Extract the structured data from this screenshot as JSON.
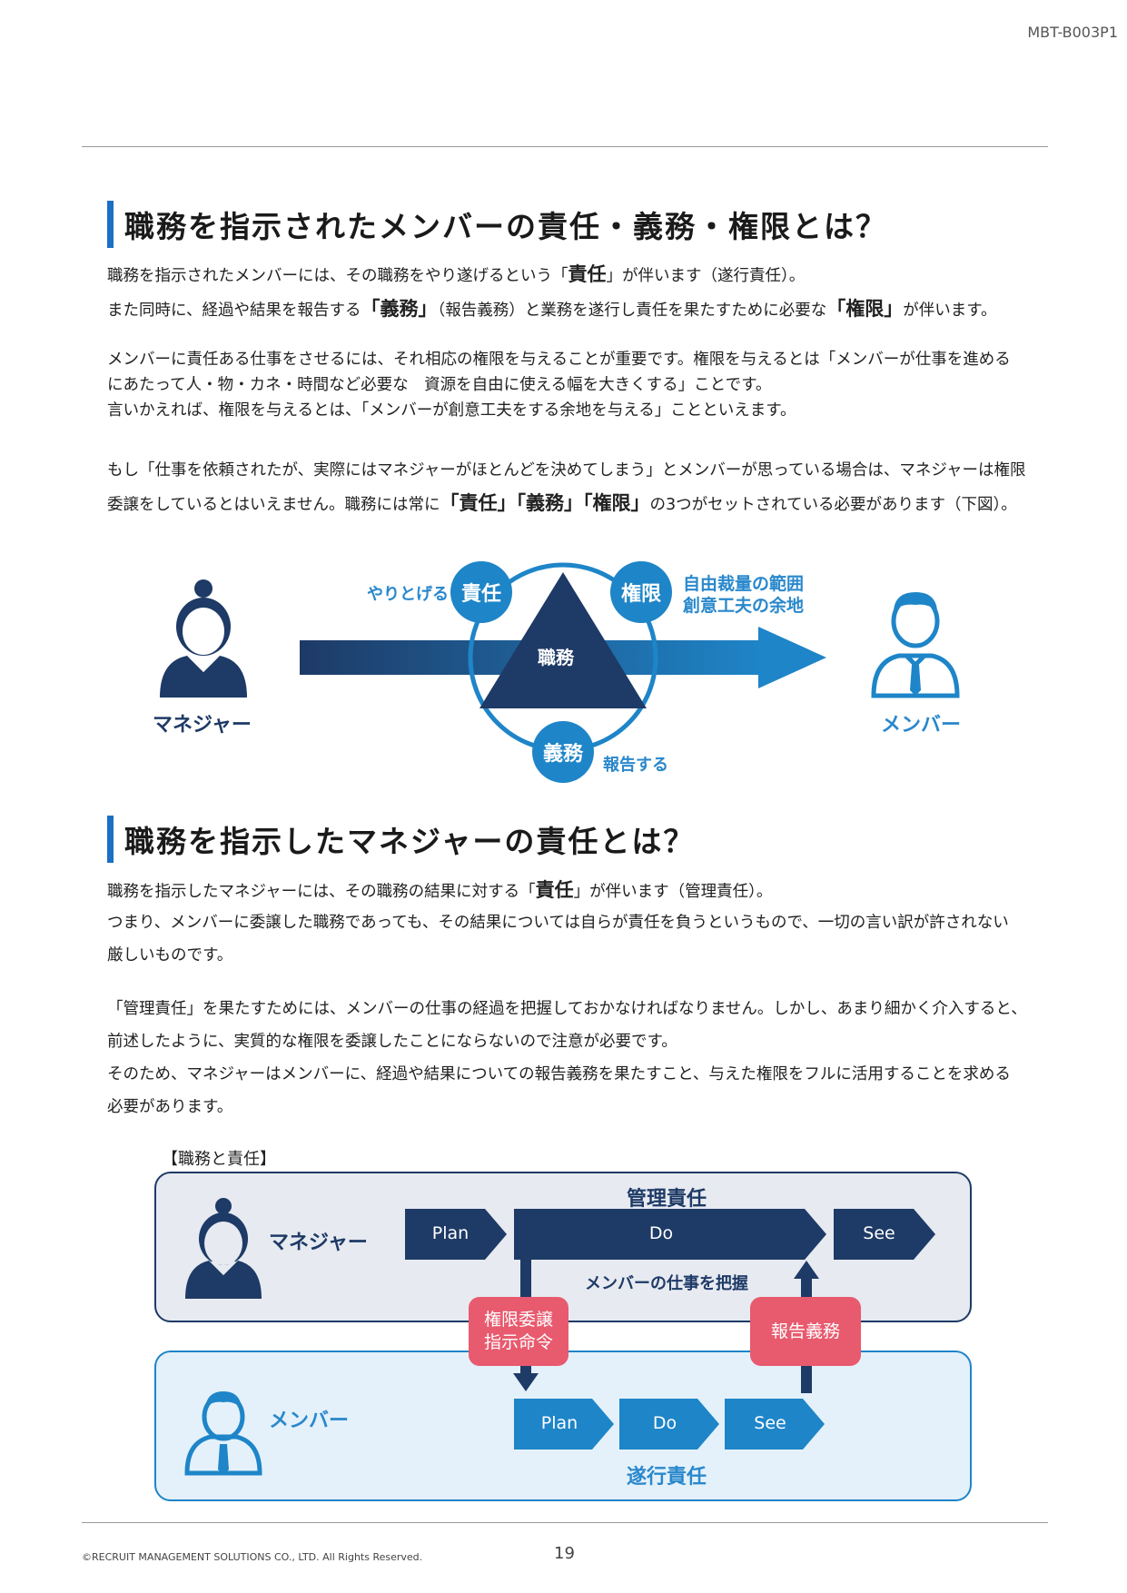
{
  "header": {
    "doc_code": "MBT-B003P1"
  },
  "section1": {
    "title": "職務を指示されたメンバーの責任・義務・権限とは？",
    "p1": {
      "l1": [
        "職務を指示されたメンバーには、その職務をやり遂げるという「",
        "責任",
        "」が伴います（遂行責任）。"
      ],
      "l2": [
        "また同時に、経過や結果を報告する",
        "「義務」",
        "（報告義務）と業務を遂行し責任を果たすために必要な",
        "「権限」",
        "が伴います。"
      ]
    },
    "p2": [
      "メンバーに責任ある仕事をさせるには、それ相応の権限を与えることが重要です。権限を与えるとは「メンバーが仕事を進める",
      "にあたって人・物・カネ・時間など必要な　資源を自由に使える幅を大きくする」ことです。",
      "言いかえれば、権限を与えるとは、「メンバーが創意工夫をする余地を与える」ことといえます。"
    ],
    "p3": {
      "l1": "もし「仕事を依頼されたが、実際にはマネジャーがほとんどを決めてしまう」とメンバーが思っている場合は、マネジャーは権限",
      "l2": [
        "委譲をしているとはいえません。職務には常に",
        "「責任」「義務」「権限」",
        "の3つがセットされている必要があります（下図）。"
      ]
    }
  },
  "diagram1": {
    "manager_label": "マネジャー",
    "member_label": "メンバー",
    "center_label": "職務",
    "responsibility": "責任",
    "authority": "権限",
    "duty": "義務",
    "resp_note": "やりとげる",
    "auth_note_1": "自由裁量の範囲",
    "auth_note_2": "創意工夫の余地",
    "duty_note": "報告する"
  },
  "section2": {
    "title": "職務を指示したマネジャーの責任とは？",
    "p1": {
      "l1": [
        "職務を指示したマネジャーには、その職務の結果に対する「",
        "責任",
        "」が伴います（管理責任）。"
      ],
      "l2": "つまり、メンバーに委譲した職務であっても、その結果については自らが責任を負うというもので、一切の言い訳が許されない",
      "l3": "厳しいものです。"
    },
    "p2": [
      "「管理責任」を果たすためには、メンバーの仕事の経過を把握しておかなければなりません。しかし、あまり細かく介入すると、",
      "前述したように、実質的な権限を委譲したことにならないので注意が必要です。",
      "そのため、マネジャーはメンバーに、経過や結果についての報告義務を果たすこと、与えた権限をフルに活用することを求める",
      "必要があります。"
    ]
  },
  "diagram2": {
    "caption": "【職務と責任】",
    "manager_label": "マネジャー",
    "member_label": "メンバー",
    "mgmt_resp": "管理責任",
    "exec_resp": "遂行責任",
    "mgr_plan": "Plan",
    "mgr_do": "Do",
    "mgr_see": "See",
    "grasp": "メンバーの仕事を把握",
    "delegate_1": "権限委譲",
    "delegate_2": "指示命令",
    "report": "報告義務",
    "mem_plan": "Plan",
    "mem_do": "Do",
    "mem_see": "See",
    "colors": {
      "navy": "#1e3a66",
      "blue": "#1e85c8",
      "pink": "#e85a6e"
    }
  },
  "footer": {
    "copyright": "©RECRUIT MANAGEMENT SOLUTIONS CO., LTD. All Rights Reserved.",
    "page": "19"
  }
}
